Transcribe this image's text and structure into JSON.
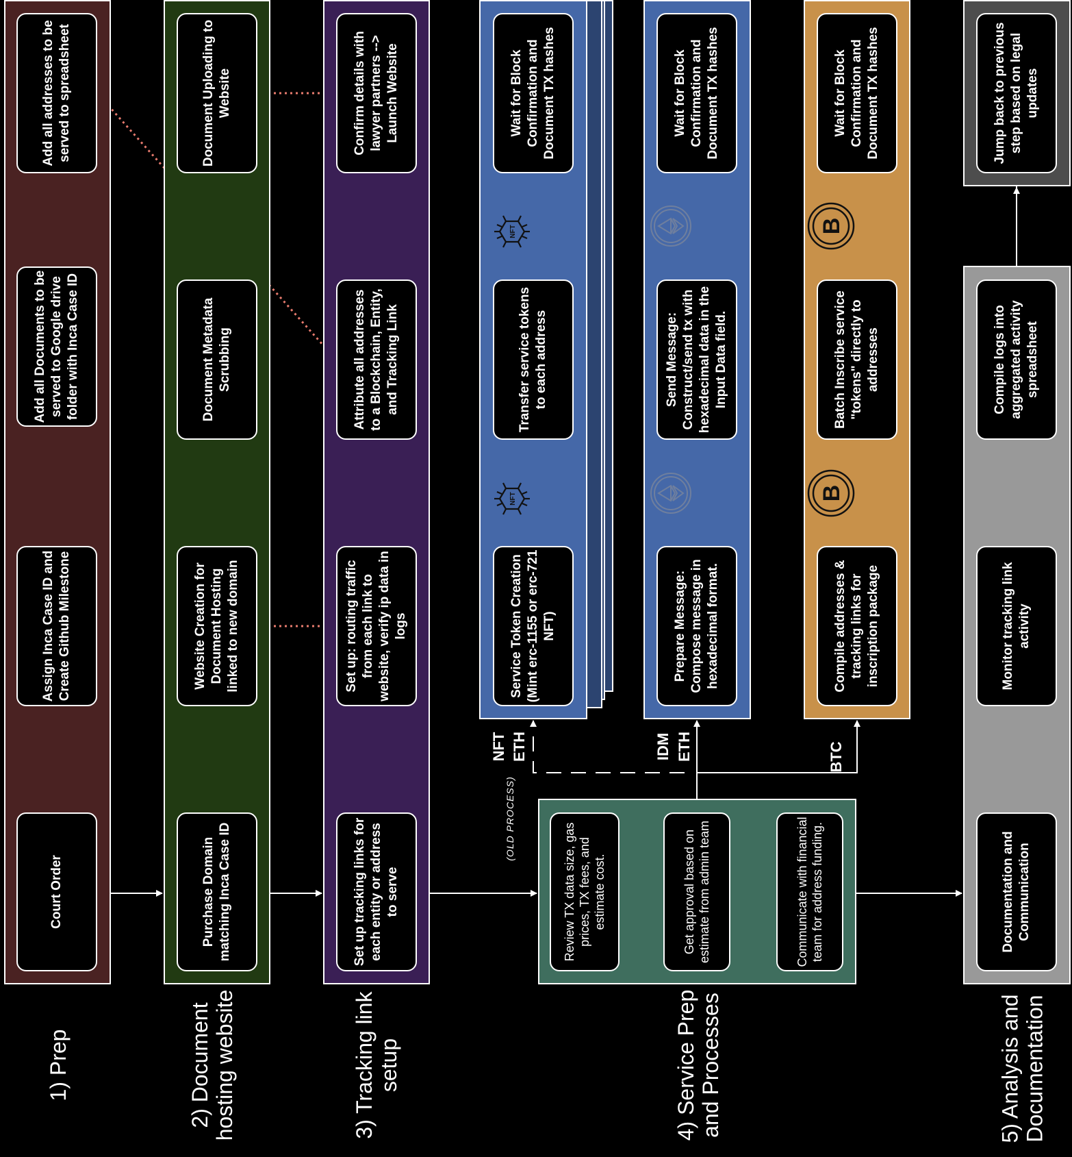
{
  "phases": {
    "prep": "1) Prep",
    "document_hosting": "2) Document hosting website",
    "tracking": "3) Tracking link setup",
    "service": "4) Service Prep and Processes",
    "analysis": "5) Analysis and Documentation"
  },
  "prep": {
    "court_order": "Court Order",
    "assign_case": "Assign Inca Case ID and Create Github Milestone",
    "add_documents": "Add all Documents to be served to Google drive folder with Inca Case ID",
    "add_addresses": "Add all addresses to be served to spreadsheet"
  },
  "hosting": {
    "purchase_domain": "Purchase Domain matching Inca Case ID",
    "website_creation": "Website Creation for Document Hosting linked to new domain",
    "metadata_scrubbing": "Document Metadata Scrubbing",
    "document_uploading": "Document Uploading to Website"
  },
  "tracking": {
    "setup_links": "Set up tracking links for each entity or address to serve",
    "setup_routing": "Set up: routing traffic from each link to website, verify ip data in logs",
    "attribute_addresses": "Attribute all addresses to a Blockchain, Entity, and Tracking Link",
    "confirm_launch": "Confirm details with lawyer partners --> Launch Website"
  },
  "estimate": {
    "old_process_label": "(OLD PROCESS)",
    "review_tx": "Review TX data size, gas prices, TX fees, and estimate cost.",
    "get_approval": "Get approval based on estimate from admin team",
    "communicate_funding": "Communicate with financial team for address funding."
  },
  "branch_labels": {
    "nft": "NFT",
    "eth_nft": "ETH",
    "idm": "IDM",
    "eth_idm": "ETH",
    "btc": "BTC"
  },
  "nft_lane": {
    "service_token_creation": "Service Token Creation (Mint erc-1155 or erc-721 NFT)",
    "transfer_tokens": "Transfer service tokens to each address",
    "wait_confirmation": "Wait for Block Confirmation and Document TX hashes"
  },
  "idm_lane": {
    "prepare_message": "Prepare Message: Compose message in hexadecimal format.",
    "send_message": "Send Message: Construct/send tx with hexadecimal data in the Input Data field.",
    "wait_confirmation": "Wait for Block Confirmation and Document TX hashes"
  },
  "btc_lane": {
    "compile_addresses": "Compile addresses & tracking links for inscription package",
    "batch_inscribe": "Batch Inscribe service \"tokens\" directly to addresses",
    "wait_confirmation": "Wait for Block Confirmation and Document TX hashes"
  },
  "analysis": {
    "documentation_communication": "Documentation and Communication",
    "monitor_activity": "Monitor tracking link activity",
    "compile_logs": "Compile logs into aggregated activity spreadsheet",
    "jump_back": "Jump back to previous step based on legal updates"
  },
  "icons": {
    "nft": "nft-chip-icon",
    "eth": "ethereum-coin-icon",
    "btc": "bitcoin-coin-icon"
  },
  "colors": {
    "prep_lane": "#4a2222",
    "hosting_lane": "#213a12",
    "tracking_lane": "#3a1f55",
    "estimate_lane": "#3f6e5e",
    "nft_lane": "#4568a8",
    "nft_lane_back": "#2c4470",
    "idm_lane": "#4568a8",
    "btc_lane": "#c8914a",
    "analysis_lane": "#999999",
    "jump_lane": "#4d4d4d",
    "dotted_link": "#e87b6e"
  }
}
